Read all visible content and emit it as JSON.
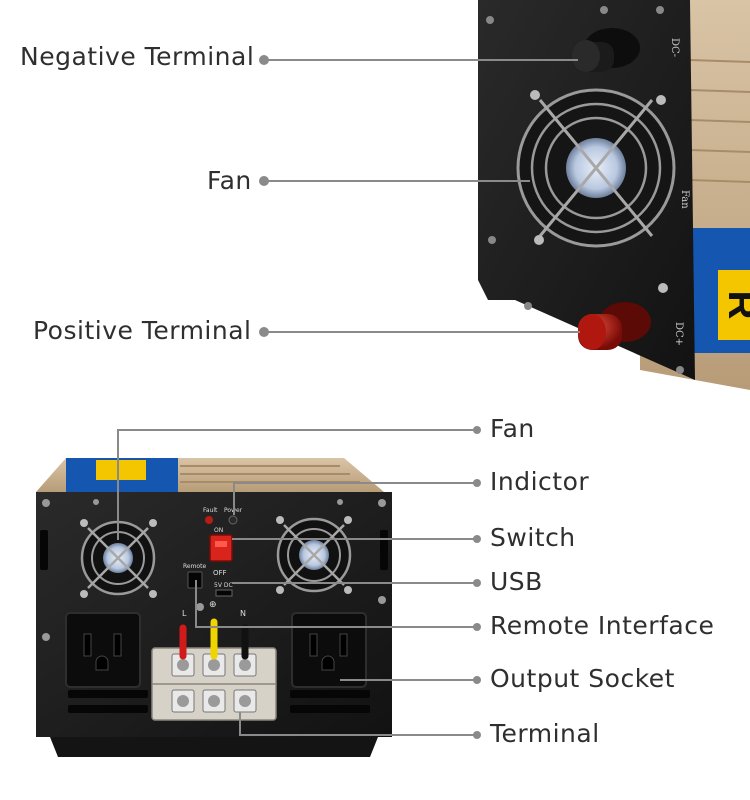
{
  "top_labels": {
    "negative_terminal": "Negative Terminal",
    "fan": "Fan",
    "positive_terminal": "Positive Terminal"
  },
  "bottom_labels": {
    "fan": "Fan",
    "indicator": "Indictor",
    "switch": "Switch",
    "usb": "USB",
    "remote_interface": "Remote Interface",
    "output_socket": "Output Socket",
    "terminal": "Terminal"
  },
  "device_markings": {
    "dc_minus": "DC-",
    "dc_plus": "DC+",
    "fan": "Fan",
    "fault": "Fault",
    "power": "Power",
    "on": "ON",
    "off": "OFF",
    "remote": "Remote",
    "usb_5v": "5V DC",
    "live": "L",
    "ground": "⊕",
    "neutral": "N",
    "brand_letter": "R"
  },
  "colors": {
    "leader_line": "#8a8a8a",
    "panel": "#1e1e1e",
    "casing": "#c9b090",
    "switch": "#d8241c",
    "positive_cap": "#a3140f"
  }
}
